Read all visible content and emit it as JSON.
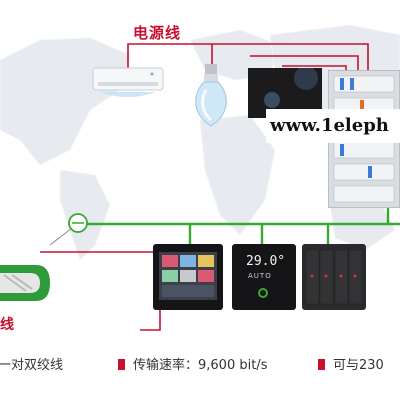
{
  "diagram": {
    "power_line_label": "电源线",
    "cable_label": "线",
    "website_watermark": "www.1eleph",
    "panel2_display": {
      "temperature": "29.0°",
      "mode": "AUTO"
    },
    "legend": [
      {
        "text": "一对双绞线"
      },
      {
        "text": "传输速率：9,600 bit/s"
      },
      {
        "text": "可与230"
      }
    ],
    "colors": {
      "power_line": "#c8102e",
      "bus_line": "#3aa835",
      "accent_red": "#c8102e"
    }
  }
}
